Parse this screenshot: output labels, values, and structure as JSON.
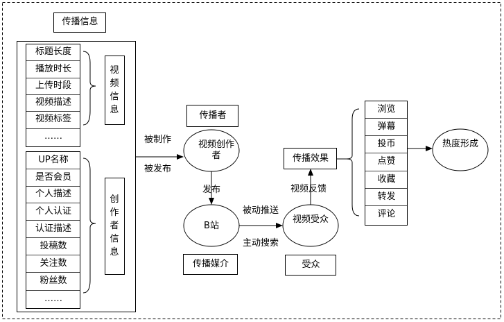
{
  "outer_title": "传播信息",
  "video_attrs": [
    "标题长度",
    "播放时长",
    "上传时段",
    "视频描述",
    "视频标签",
    "……"
  ],
  "video_group_label": "视频信息",
  "creator_attrs": [
    "UP名称",
    "是否会员",
    "个人描述",
    "个人认证",
    "认证描述",
    "投稿数",
    "关注数",
    "粉丝数",
    "……"
  ],
  "creator_group_label": "创作者信息",
  "arrow_labels": {
    "made": "被制作",
    "published": "被发布",
    "publish": "发布",
    "passive_push": "被动推送",
    "active_search": "主动搜索",
    "feedback": "视频反馈"
  },
  "nodes": {
    "creator": "视频创作者",
    "creator_role": "传播者",
    "bilibili": "B站",
    "bilibili_role": "传播媒介",
    "audience": "视频受众",
    "audience_role": "受众",
    "effect": "传播效果",
    "heat": "热度形成"
  },
  "effect_metrics": [
    "浏览",
    "弹幕",
    "投币",
    "点赞",
    "收藏",
    "转发",
    "评论"
  ]
}
